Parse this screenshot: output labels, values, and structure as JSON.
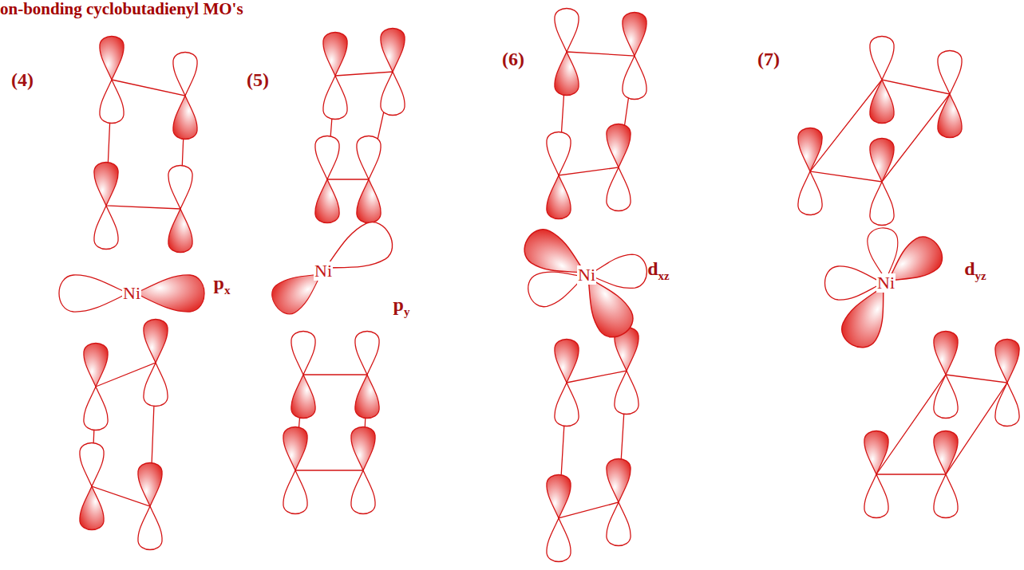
{
  "diagram": {
    "title": "on-bonding cyclobutadienyl MO's",
    "labels": [
      "(4)",
      "Ni",
      "px",
      "(5)",
      "Ni",
      "py",
      "(6)",
      "Ni",
      "dxz",
      "(7)",
      "Ni",
      "dyz"
    ]
  }
}
